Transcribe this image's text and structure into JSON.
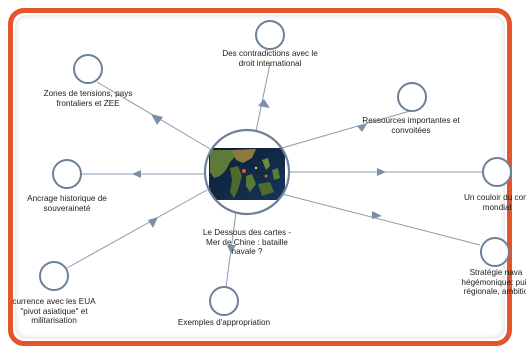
{
  "map": {
    "accent": "#e4542a",
    "edge_color": "#8a9bb3",
    "node_stroke": "#6f7f99",
    "center_label": "Le Dessous des cartes -\nMer de Chine : bataille\nnavale ?",
    "nodes": [
      {
        "id": "droit",
        "label": "Des contradictions avec le\ndroit international"
      },
      {
        "id": "ressources",
        "label": "Ressources importantes et\nconvoitées"
      },
      {
        "id": "couloir",
        "label": "Un couloir du com\nmondial"
      },
      {
        "id": "strategie",
        "label": "Stratégie nava\nhégémonique: puis\nrégionale, ambitio"
      },
      {
        "id": "appropriation",
        "label": "Exemples d'appropriation"
      },
      {
        "id": "concurrence",
        "label": "currence avec les EUA\n\"pivot asiatique\" et\nmilitarisation"
      },
      {
        "id": "ancrage",
        "label": "Ancrage historique de\nsouveraineté"
      },
      {
        "id": "tensions",
        "label": "Zones de tensions, pays\nfrontaliers et ZEE"
      }
    ]
  }
}
